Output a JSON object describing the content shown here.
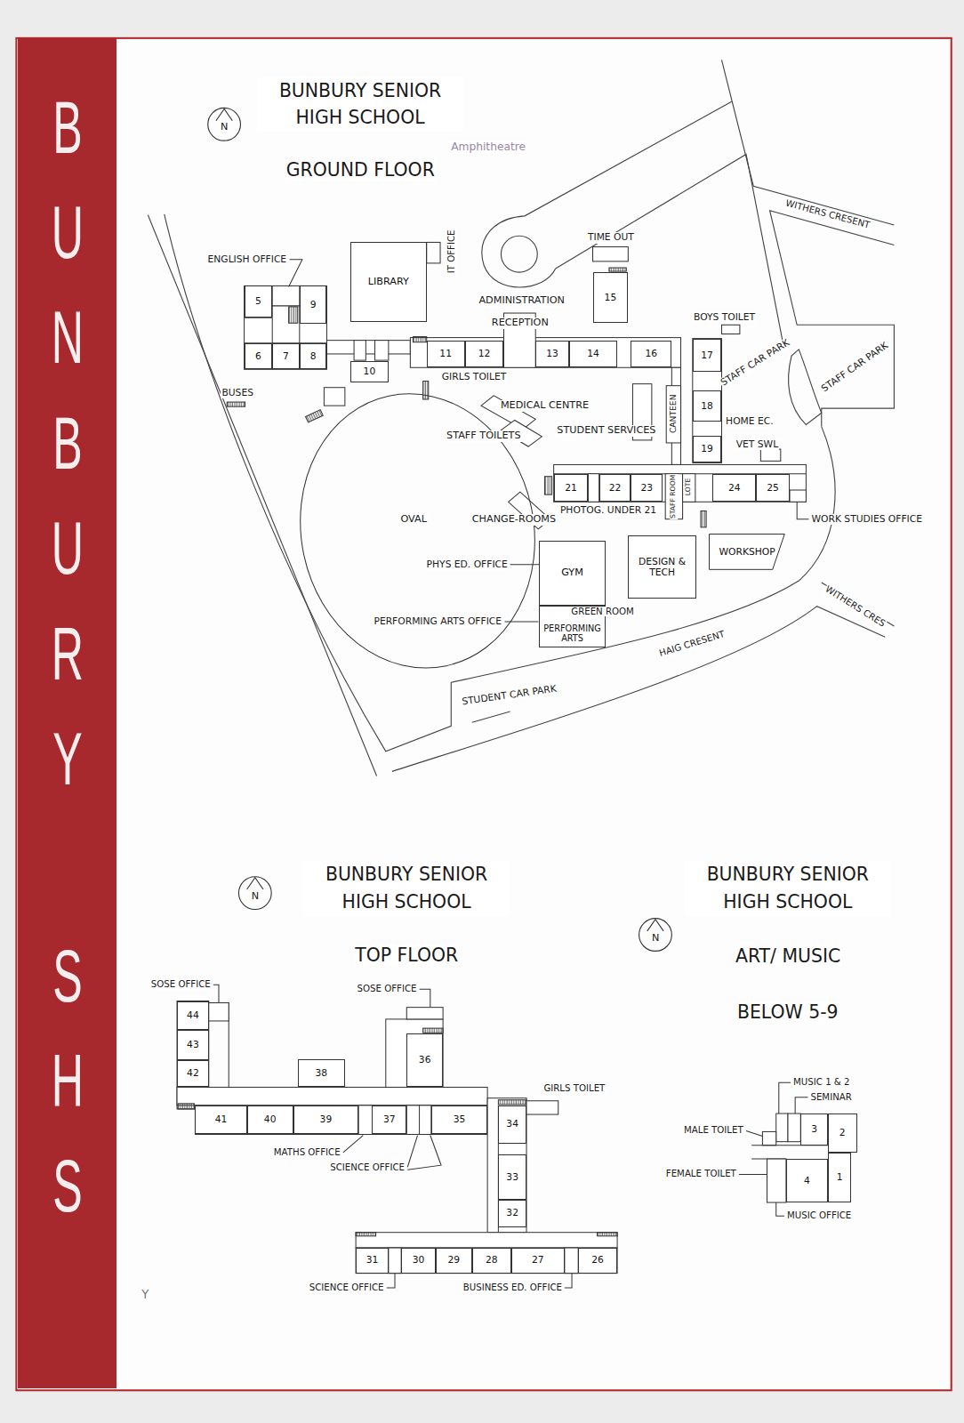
{
  "diagram": {
    "nodes": [
      {
        "text": [
          "BUNBURY",
          "SHS"
        ]
      },
      {
        "text": [
          "5"
        ]
      },
      {
        "text": [
          "9"
        ]
      },
      {
        "text": [
          "6"
        ]
      },
      {
        "text": [
          "7"
        ]
      },
      {
        "text": [
          "8"
        ]
      },
      {
        "text": [
          "LIBRARY"
        ]
      },
      {
        "text": [
          "10"
        ]
      },
      {
        "text": [
          "11"
        ]
      },
      {
        "text": [
          "12"
        ]
      },
      {
        "text": [
          "13"
        ]
      },
      {
        "text": [
          "14"
        ]
      },
      {
        "text": [
          "15"
        ]
      },
      {
        "text": [
          "16"
        ]
      },
      {
        "text": [
          "17"
        ]
      },
      {
        "text": [
          "18"
        ]
      },
      {
        "text": [
          "19"
        ]
      },
      {
        "text": [
          "21"
        ]
      },
      {
        "text": [
          "22"
        ]
      },
      {
        "text": [
          "23"
        ]
      },
      {
        "text": [
          "24"
        ]
      },
      {
        "text": [
          "25"
        ]
      },
      {
        "text": [
          "WORKSHOP"
        ]
      },
      {
        "text": [
          "GYM"
        ]
      },
      {
        "text": [
          "DESIGN & TECH"
        ]
      },
      {
        "text": [
          "PERFORMING ARTS"
        ]
      },
      {
        "text": [
          "44"
        ]
      },
      {
        "text": [
          "43"
        ]
      },
      {
        "text": [
          "42"
        ]
      },
      {
        "text": [
          "38"
        ]
      },
      {
        "text": [
          "36"
        ]
      },
      {
        "text": [
          "41"
        ]
      },
      {
        "text": [
          "40"
        ]
      },
      {
        "text": [
          "39"
        ]
      },
      {
        "text": [
          "37"
        ]
      },
      {
        "text": [
          "35"
        ]
      },
      {
        "text": [
          "34"
        ]
      },
      {
        "text": [
          "33"
        ]
      },
      {
        "text": [
          "32"
        ]
      },
      {
        "text": [
          "31"
        ]
      },
      {
        "text": [
          "30"
        ]
      },
      {
        "text": [
          "29"
        ]
      },
      {
        "text": [
          "28"
        ]
      },
      {
        "text": [
          "27"
        ]
      },
      {
        "text": [
          "26"
        ]
      },
      {
        "text": [
          "3"
        ]
      },
      {
        "text": [
          "2"
        ]
      },
      {
        "text": [
          "4"
        ]
      },
      {
        "text": [
          "1"
        ]
      }
    ],
    "labels": [
      "BUNBURY SENIOR HIGH SCHOOL",
      "GROUND FLOOR",
      "N",
      "Amphitheatre",
      "ENGLISH OFFICE",
      "IT OFFICE",
      "TIME OUT",
      "ADMINISTRATION",
      "RECEPTION",
      "BOYS TOILET",
      "GIRLS TOILET",
      "BUSES",
      "MEDICAL CENTRE",
      "STAFF TOILETS",
      "STUDENT SERVICES",
      "CANTEEN",
      "STAFF CAR PARK",
      "STAFF CAR PARK",
      "HOME EC.",
      "VET SWL",
      "STAFF ROOM",
      "LOTE",
      "PHOTOG. UNDER 21",
      "WORK STUDIES OFFICE",
      "OVAL",
      "CHANGE-ROOMS",
      "PHYS ED. OFFICE",
      "PERFORMING ARTS OFFICE",
      "GREEN ROOM",
      "WITHERS CRESENT",
      "WITHERS CRES",
      "HAIG CRESENT",
      "STUDENT CAR PARK",
      "BUNBURY SENIOR HIGH SCHOOL",
      "N",
      "TOP FLOOR",
      "SOSE OFFICE",
      "SOSE OFFICE",
      "GIRLS TOILET",
      "MATHS OFFICE",
      "SCIENCE OFFICE",
      "SCIENCE OFFICE",
      "BUSINESS ED. OFFICE",
      "Y",
      "BUNBURY SENIOR HIGH SCHOOL",
      "N",
      "ART/ MUSIC",
      "BELOW 5-9",
      "MUSIC 1 & 2",
      "SEMINAR",
      "MALE TOILET",
      "FEMALE TOILET",
      "MUSIC OFFICE"
    ]
  }
}
